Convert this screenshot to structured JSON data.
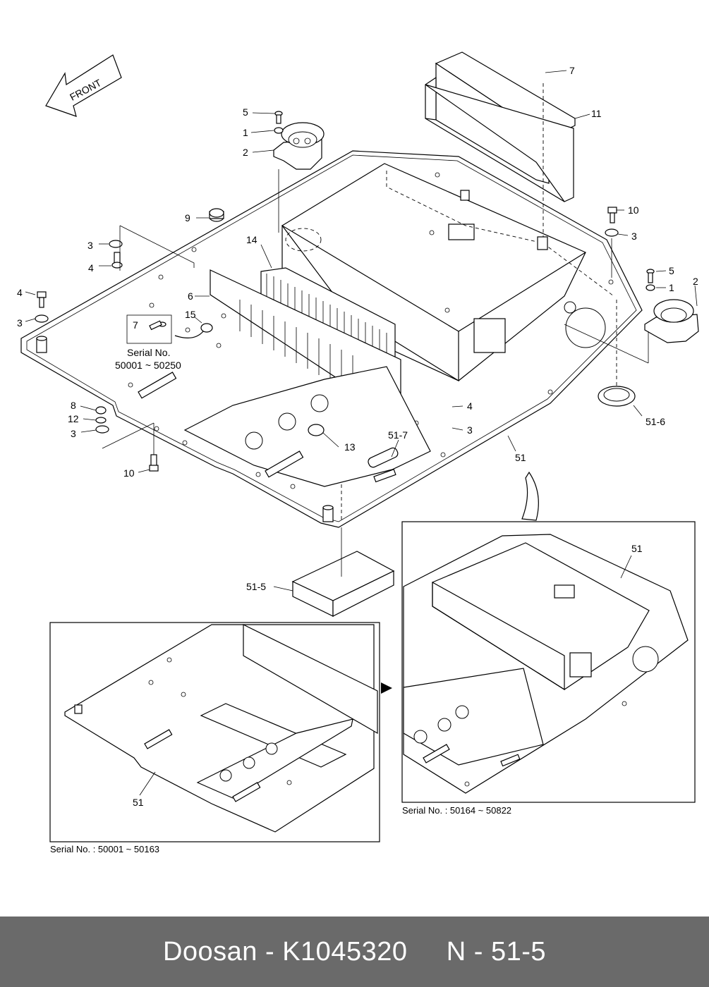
{
  "arrow_label": "FRONT",
  "callouts": {
    "c5a": "5",
    "c1a": "1",
    "c2a": "2",
    "c7a": "7",
    "c11": "11",
    "c10a": "10",
    "c3a": "3",
    "c5b": "5",
    "c1b": "1",
    "c2b": "2",
    "c9": "9",
    "c14": "14",
    "c3b": "3",
    "c4a": "4",
    "c4b": "4",
    "c3c": "3",
    "c6": "6",
    "c15": "15",
    "c7b": "7",
    "c8": "8",
    "c12": "12",
    "c3d": "3",
    "c10b": "10",
    "c13": "13",
    "c51_7": "51-7",
    "c4c": "4",
    "c3e": "3",
    "c51_6": "51-6",
    "c51a": "51",
    "c51_5": "51-5",
    "c51b": "51",
    "c51c": "51"
  },
  "serial_note_title": "Serial No.",
  "serial_note_range": "50001 ~ 50250",
  "inset_left_caption": "Serial No. : 50001 ~ 50163",
  "inset_right_caption": "Serial No. : 50164 ~ 50822",
  "footer": {
    "brand": "Doosan",
    "part_number": "K1045320",
    "ref": "N - 51-5",
    "text": "Doosan - K1045320     N - 51-5"
  }
}
